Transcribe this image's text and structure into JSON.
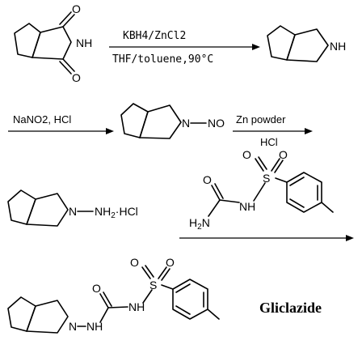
{
  "step1": {
    "start_imide_NH": "NH",
    "start_O_top": "O",
    "start_O_bottom": "O",
    "reagent_above": "KBH4/ZnCl2",
    "reagent_below": "THF/toluene,90°C",
    "product_NH": "NH"
  },
  "step2": {
    "reagent_above": "NaNO2, HCl",
    "nitroso_N": "N",
    "nitroso_NO": "NO"
  },
  "step3": {
    "reagent_above": "Zn powder",
    "reagent_below": "HCl"
  },
  "step4": {
    "hydrazine_N": "N",
    "hydrazine_NH2": "NH2",
    "hydrazine_salt": "·HCl",
    "reagent_O_carbonyl": "O",
    "reagent_S": "S",
    "reagent_O1": "O",
    "reagent_O2": "O",
    "reagent_NH": "NH",
    "reagent_H2N": "H2N"
  },
  "product": {
    "ring_N": "N",
    "NH1": "NH",
    "O_carbonyl": "O",
    "NH2": "NH",
    "S": "S",
    "O1": "O",
    "O2": "O",
    "name": "Gliclazide"
  }
}
